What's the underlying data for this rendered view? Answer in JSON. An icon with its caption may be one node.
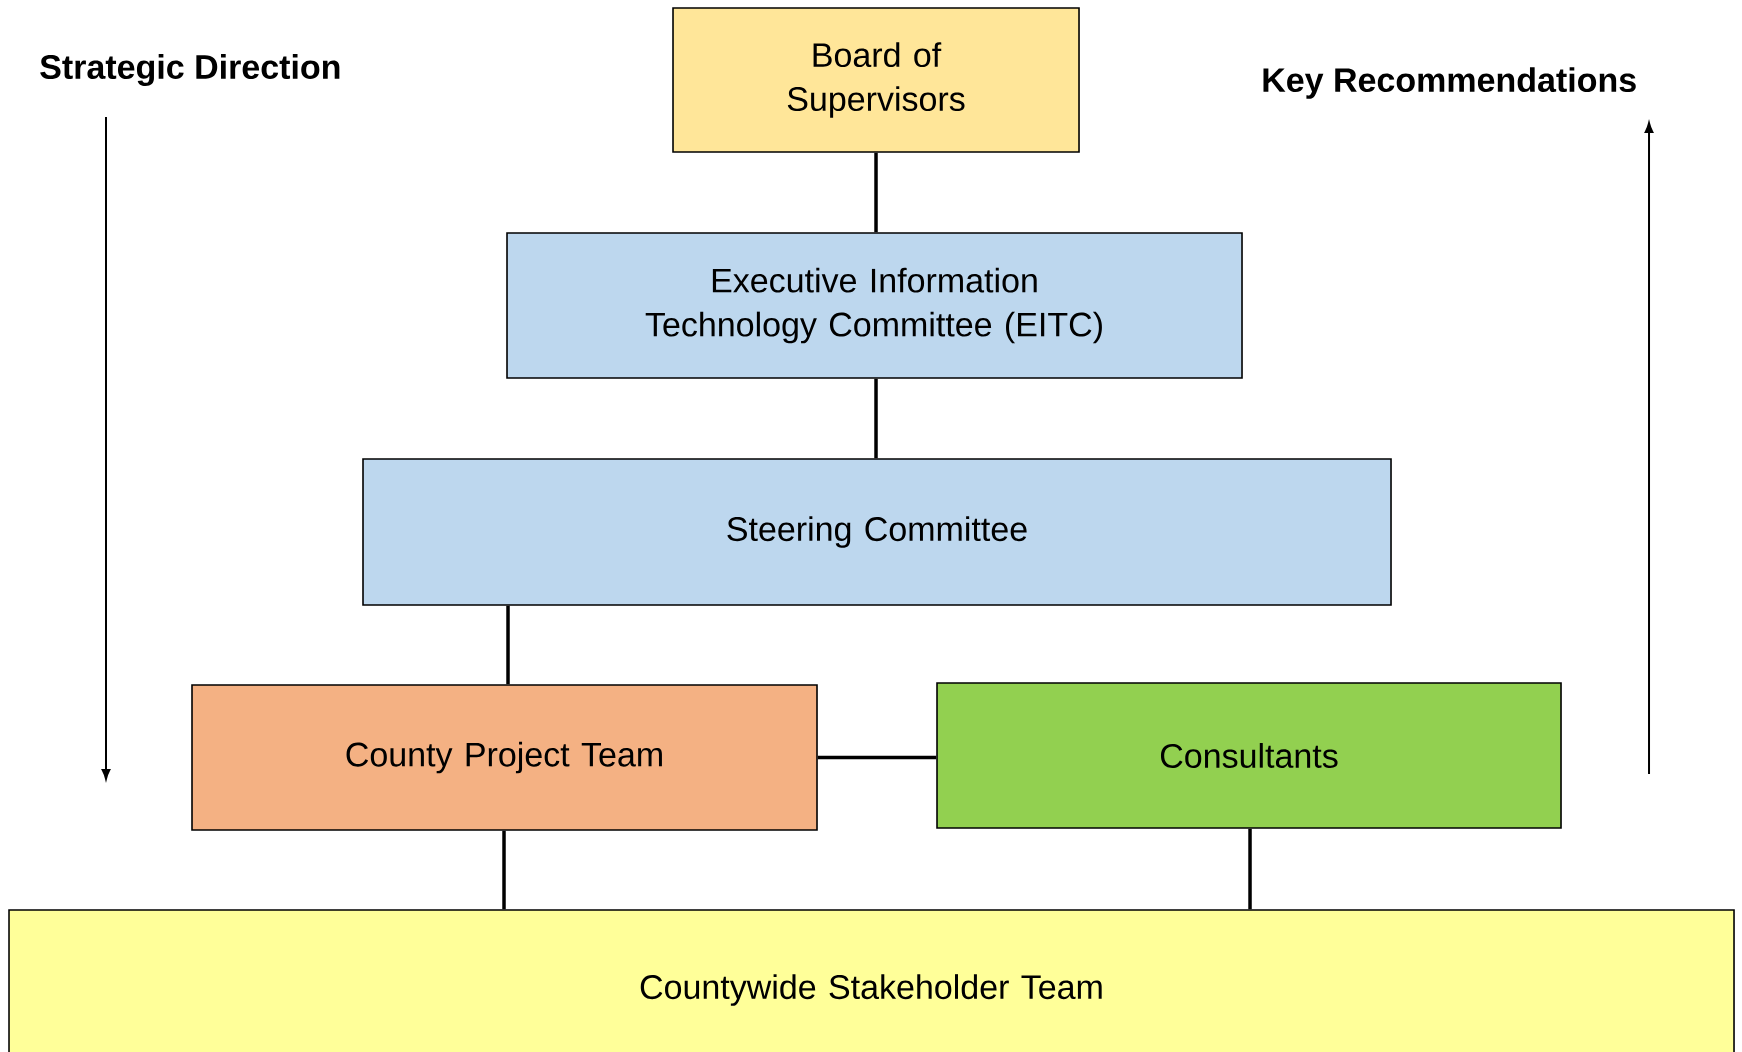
{
  "diagram": {
    "nodes": [
      {
        "text": [
          "Board of Supervisors"
        ]
      },
      {
        "text": [
          "Executive Information Technology Committee (EITC)"
        ]
      },
      {
        "text": [
          "Steering Committee"
        ]
      },
      {
        "text": [
          "County Project Team"
        ]
      },
      {
        "text": [
          "Consultants"
        ]
      },
      {
        "text": [
          "Countywide Stakeholder Team"
        ]
      }
    ],
    "edges": [
      {
        "from": 0,
        "to": 1,
        "arrow": "none"
      },
      {
        "from": 1,
        "to": 2,
        "arrow": "none"
      },
      {
        "from": 2,
        "to": 3,
        "arrow": "none"
      },
      {
        "from": 3,
        "to": 4,
        "arrow": "none"
      },
      {
        "from": 3,
        "to": 5,
        "arrow": "none"
      },
      {
        "from": 4,
        "to": 5,
        "arrow": "none"
      }
    ],
    "labels": [
      "Strategic Direction",
      "Key Recommendations"
    ]
  }
}
